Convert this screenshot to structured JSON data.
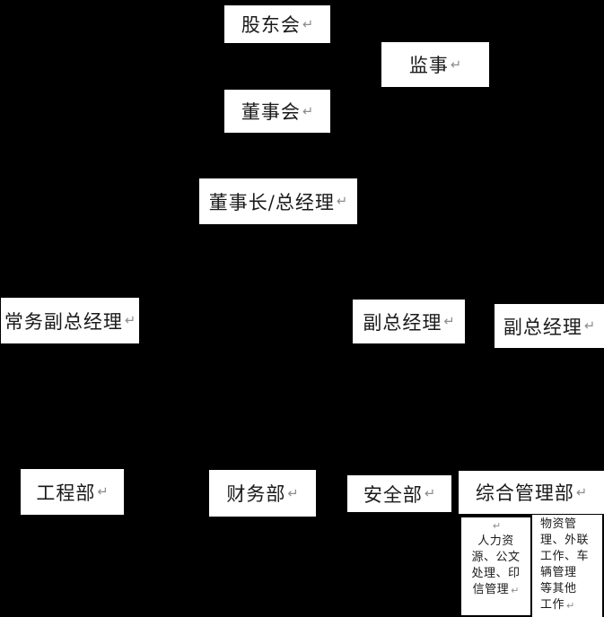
{
  "org_chart": {
    "paragraph_mark": "↵",
    "nodes": [
      {
        "label": "股东会"
      },
      {
        "label": "监事"
      },
      {
        "label": "董事会"
      },
      {
        "label": "董事长/总经理"
      },
      {
        "label": "常务副总经理"
      },
      {
        "label": "副总经理"
      },
      {
        "label": "副总经理"
      },
      {
        "label": "工程部"
      },
      {
        "label": "财务部"
      },
      {
        "label": "安全部"
      },
      {
        "label": "综合管理部"
      },
      {
        "label": "人力资源、公文处理、印信管理",
        "label_wrapped": "人力资\n源、公文\n处理、印\n信管理",
        "has_leading_empty_line": true
      },
      {
        "label": "物资管理、外联工作、车辆管理等其他工作",
        "label_wrapped": "物资管\n理、外联\n工作、车\n辆管理\n等其他\n工作"
      }
    ]
  },
  "colors": {
    "background": "#000000",
    "node_fill": "#ffffff",
    "node_text": "#1a1a1a",
    "paragraph_mark": "#8c8c8c"
  }
}
